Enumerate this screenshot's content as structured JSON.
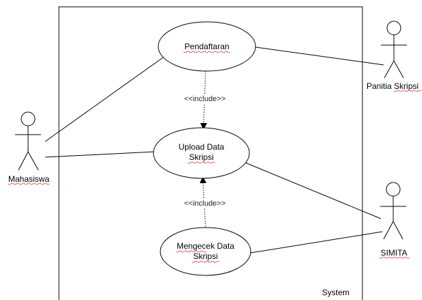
{
  "system": {
    "label": "System"
  },
  "actors": {
    "mahasiswa": "Mahasiswa",
    "panitia": "Panitia Skripsi",
    "simita": "SIMITA"
  },
  "use_cases": {
    "pendaftaran": "Pendaftaran",
    "upload_line1": "Upload Data",
    "upload_line2": "Skripsi",
    "mengecek_line1": "Mengecek Data",
    "mengecek_line2": "Skripsi"
  },
  "relations": {
    "include_top": "<<include>>",
    "include_bottom": "<<include>>"
  },
  "colors": {
    "stroke": "#000000",
    "spellcheck_underline": "#e03030",
    "background": "#ffffff"
  }
}
